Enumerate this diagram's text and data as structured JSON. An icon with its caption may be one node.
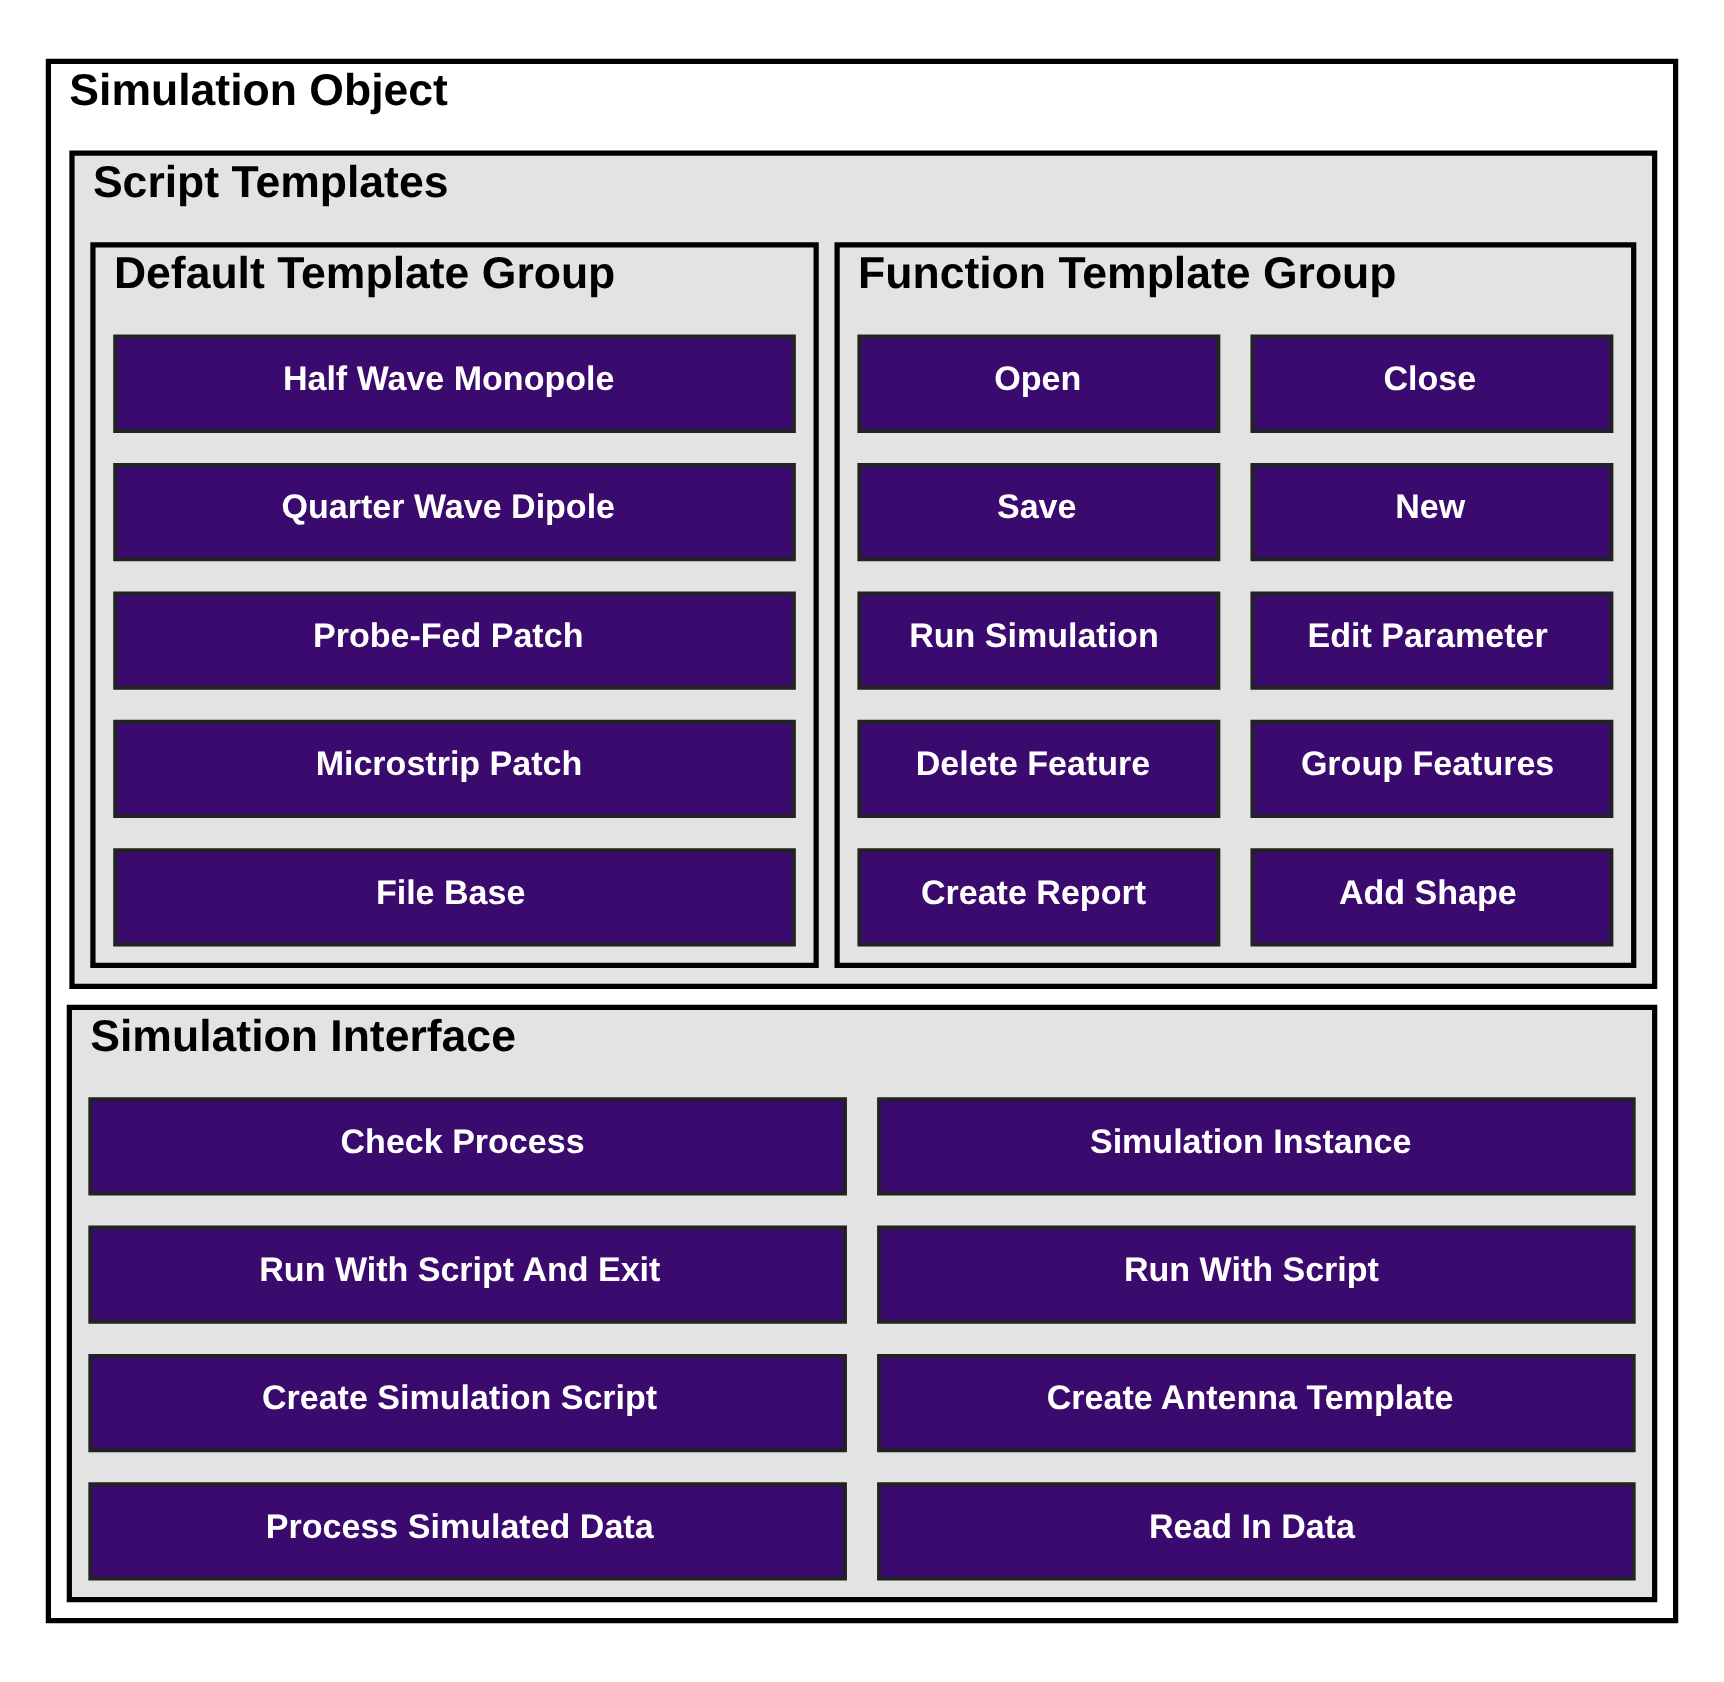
{
  "diagram": {
    "nodes": [
      {
        "text": [
          "Simulation Object"
        ]
      },
      {
        "text": [
          "Script Templates"
        ],
        "in": 0
      },
      {
        "text": [
          "Function Template Group"
        ],
        "in": 1
      },
      {
        "text": [
          "Open"
        ],
        "in": 2
      },
      {
        "text": [
          "Close"
        ],
        "in": 2
      },
      {
        "text": [
          "Save"
        ],
        "in": 2
      },
      {
        "text": [
          "New"
        ],
        "in": 2
      },
      {
        "text": [
          "Run Simulation"
        ],
        "in": 2
      },
      {
        "text": [
          "Edit Parameter"
        ],
        "in": 2
      },
      {
        "text": [
          "Delete Feature"
        ],
        "in": 2
      },
      {
        "text": [
          "Group Features"
        ],
        "in": 2
      },
      {
        "text": [
          "Create Report"
        ],
        "in": 2
      },
      {
        "text": [
          "Add Shape"
        ],
        "in": 2
      },
      {
        "text": [
          "Default Template Group"
        ],
        "in": 1
      },
      {
        "text": [
          "Half Wave Monopole"
        ],
        "in": 13
      },
      {
        "text": [
          "Quarter Wave Dipole"
        ],
        "in": 13
      },
      {
        "text": [
          "Probe-Fed Patch"
        ],
        "in": 13
      },
      {
        "text": [
          "Microstrip Patch"
        ],
        "in": 13
      },
      {
        "text": [
          "File Base"
        ],
        "in": 13
      },
      {
        "text": [
          "Simulation Interface"
        ],
        "in": 0
      },
      {
        "text": [
          "Simulation Instance"
        ],
        "in": 19
      },
      {
        "text": [
          "Check Process"
        ],
        "in": 19
      },
      {
        "text": [
          "Run With Script"
        ],
        "in": 19
      },
      {
        "text": [
          "Run With Script And Exit"
        ],
        "in": 19
      },
      {
        "text": [
          "Create Antenna Template"
        ],
        "in": 19
      },
      {
        "text": [
          "Create Simulation Script"
        ],
        "in": 19
      },
      {
        "text": [
          "Read In Data"
        ],
        "in": 19
      },
      {
        "text": [
          "Process Simulated Data"
        ],
        "in": 19
      }
    ]
  }
}
